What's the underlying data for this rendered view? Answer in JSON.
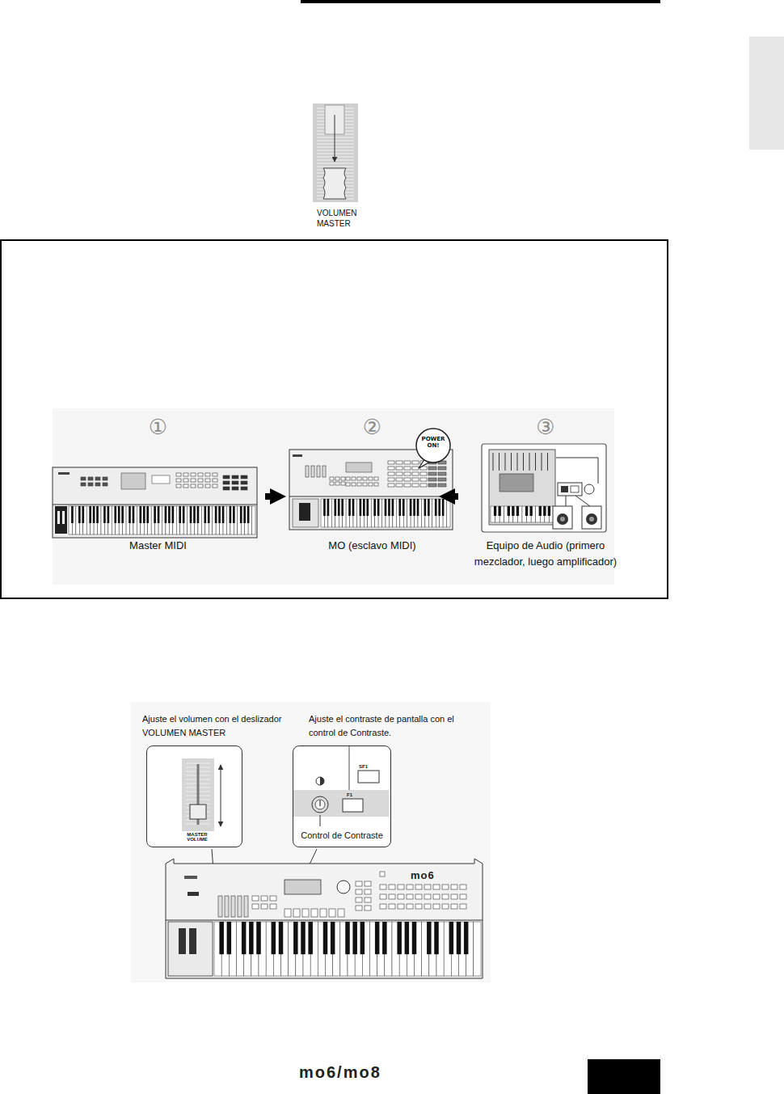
{
  "diagram": {
    "nodes": [
      {
        "text": [
          "①",
          "Master MIDI"
        ]
      },
      {
        "text": [
          "②",
          "MO (esclavo MIDI)"
        ]
      },
      {
        "text": [
          "POWER ON!"
        ],
        "in": 1
      },
      {
        "text": [
          "③",
          "Equipo de Audio (primero mezclador, luego amplificador)"
        ]
      },
      {
        "text": [
          "Ajuste el volumen con el deslizador VOLUMEN MASTER",
          "MASTER VOLUME"
        ]
      },
      {
        "text": [
          "Ajuste el contraste de pantalla con el control de Contraste.",
          "SF1",
          "F1",
          "Control de Contraste"
        ]
      }
    ],
    "edges": [
      {
        "from": 0,
        "to": 1,
        "arrow": "to"
      },
      {
        "from": 1,
        "to": 3,
        "arrow": "to"
      }
    ],
    "labels": [
      "VOLUMEN MASTER",
      "mo6",
      "mo6/mo8"
    ]
  }
}
